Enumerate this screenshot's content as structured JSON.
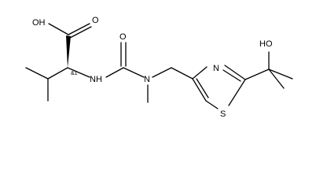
{
  "molecule": {
    "atom_labels": {
      "carboxyl_oh": "OH",
      "carboxyl_o": "O",
      "nh": "NH",
      "urea_o": "O",
      "urea_n": "N",
      "thiazole_n": "N",
      "thiazole_s": "S",
      "hydroxy_oh": "HO"
    },
    "stereo_label": "&1"
  }
}
